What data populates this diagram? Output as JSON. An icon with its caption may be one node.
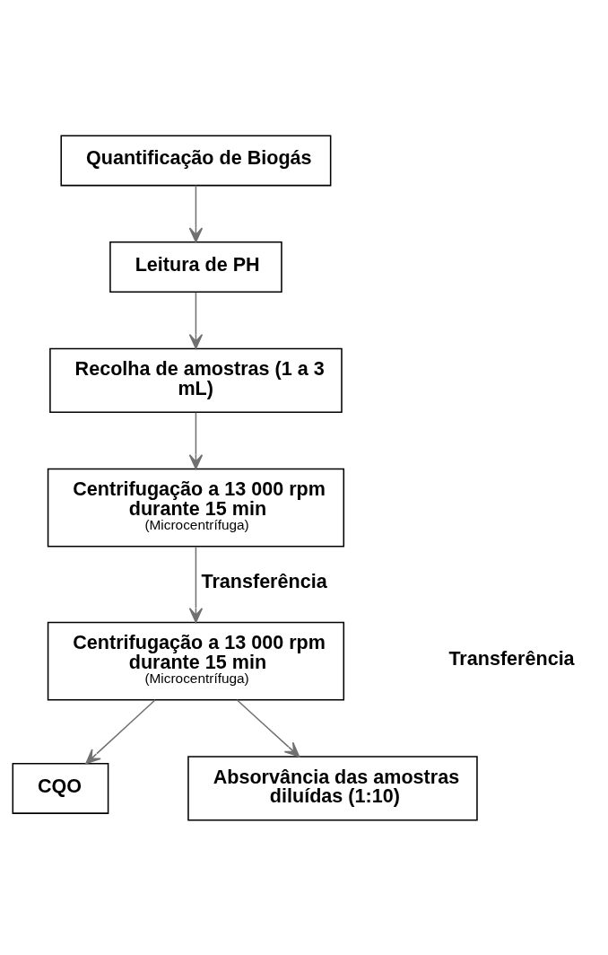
{
  "diagram": {
    "nodes": [
      {
        "text": [
          "Quantificação de Biogás"
        ]
      },
      {
        "text": [
          "Leitura de PH"
        ]
      },
      {
        "text": [
          "Recolha de amostras (1 a 3 mL)"
        ]
      },
      {
        "text": [
          "Centrifugação a 13 000 rpm durante 15 min",
          "(Microcentrífuga)"
        ]
      },
      {
        "text": [
          "Centrifugação a 13 000 rpm durante 15 min",
          "(Microcentrífuga)"
        ]
      },
      {
        "text": [
          "CQO"
        ]
      },
      {
        "text": [
          "Absorvância das amostras diluídas (1:10)"
        ]
      }
    ],
    "edges": [
      {
        "from": 0,
        "to": 1,
        "arrow": "to"
      },
      {
        "from": 1,
        "to": 2,
        "arrow": "to"
      },
      {
        "from": 2,
        "to": 3,
        "arrow": "to"
      },
      {
        "from": 3,
        "to": 4,
        "arrow": "to",
        "label": "Transferência"
      },
      {
        "from": 4,
        "to": 5,
        "arrow": "to"
      },
      {
        "from": 4,
        "to": 6,
        "arrow": "to"
      }
    ],
    "labels": [
      "Transferência"
    ]
  }
}
